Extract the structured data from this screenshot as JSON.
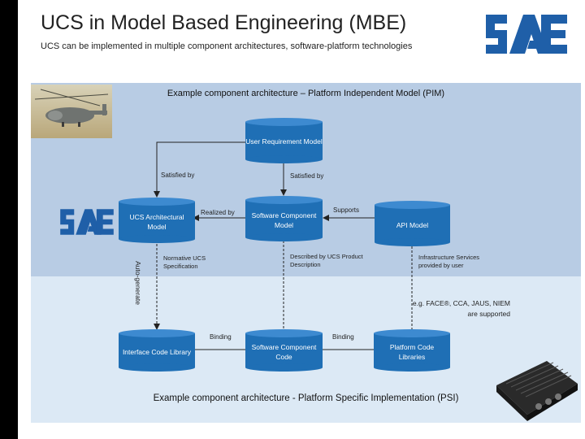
{
  "header": {
    "title": "UCS in Model Based Engineering (MBE)",
    "subtitle": "UCS can be implemented in multiple component architectures, software-platform technologies"
  },
  "pim": {
    "title": "Example component architecture – Platform Independent Model (PIM)"
  },
  "psi": {
    "title": "Example component architecture - Platform Specific Implementation (PSI)"
  },
  "nodes": {
    "user_requirement": "User Requirement Model",
    "ucs_architectural": "UCS Architectural Model",
    "software_component_model": "Software Component Model",
    "api_model": "API Model",
    "interface_code_library": "Interface Code Library",
    "software_component_code": "Software Component Code",
    "platform_code_libraries": "Platform Code Libraries"
  },
  "edges": {
    "satisfied_by_left": "Satisfied by",
    "satisfied_by_right": "Satisfied by",
    "realized_by": "Realized by",
    "supports": "Supports",
    "auto_generate": "Auto-generate",
    "normative_spec": "Normative UCS Specification",
    "described_by": "Described by UCS Product Description",
    "infrastructure": "Infrastructure Services provided by user",
    "binding_left": "Binding",
    "binding_right": "Binding"
  },
  "note": {
    "line1": "e.g. FACE®, CCA, JAUS, NIEM",
    "line2": "are supported"
  },
  "logo": {
    "text": "SAE",
    "color": "#1f5fa8"
  },
  "colors": {
    "cylinder_fill": "#1f6fb5",
    "cylinder_top": "#3d8ad0",
    "pim_bg": "#b8cce4",
    "psi_bg": "#dce9f5"
  }
}
